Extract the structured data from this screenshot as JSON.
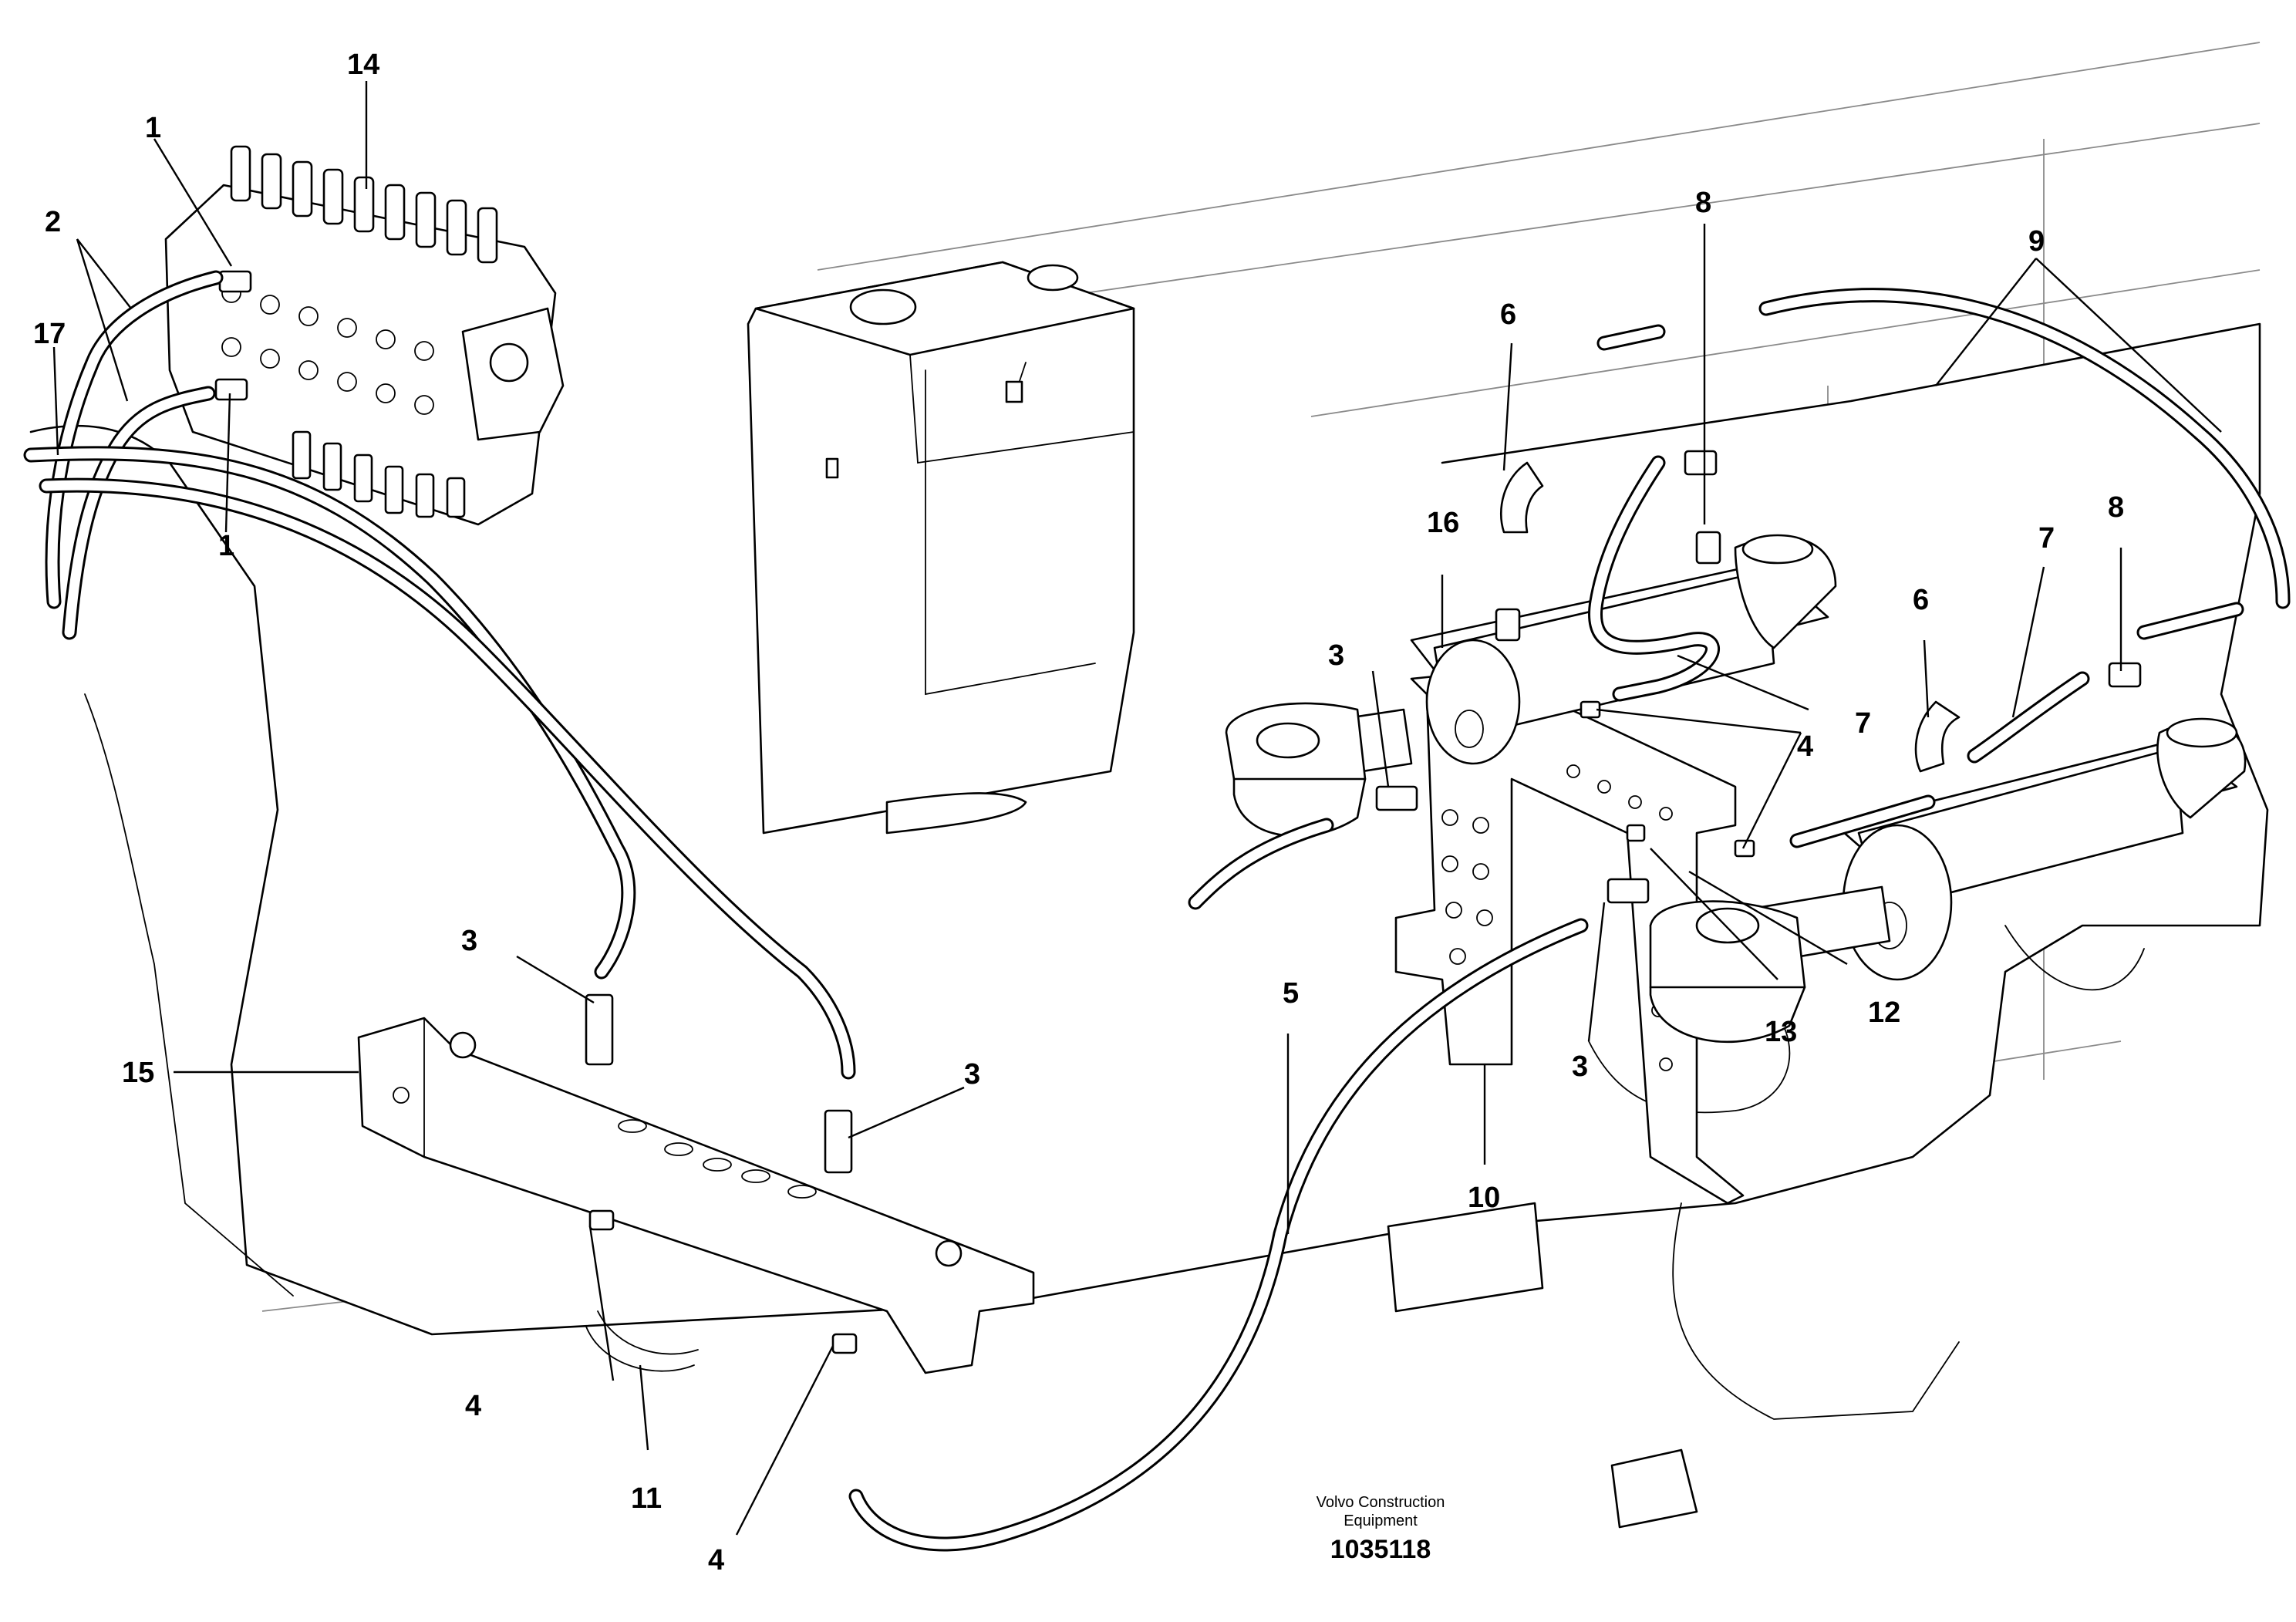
{
  "callouts": [
    {
      "id": "c1a",
      "label": "1"
    },
    {
      "id": "c1b",
      "label": "1"
    },
    {
      "id": "c2",
      "label": "2"
    },
    {
      "id": "c14",
      "label": "14"
    },
    {
      "id": "c17",
      "label": "17"
    },
    {
      "id": "c3a",
      "label": "3"
    },
    {
      "id": "c3b",
      "label": "3"
    },
    {
      "id": "c3c",
      "label": "3"
    },
    {
      "id": "c3d",
      "label": "3"
    },
    {
      "id": "c4a",
      "label": "4"
    },
    {
      "id": "c4b",
      "label": "4"
    },
    {
      "id": "c4c",
      "label": "4"
    },
    {
      "id": "c5",
      "label": "5"
    },
    {
      "id": "c6a",
      "label": "6"
    },
    {
      "id": "c6b",
      "label": "6"
    },
    {
      "id": "c7a",
      "label": "7"
    },
    {
      "id": "c7b",
      "label": "7"
    },
    {
      "id": "c8a",
      "label": "8"
    },
    {
      "id": "c8b",
      "label": "8"
    },
    {
      "id": "c9",
      "label": "9"
    },
    {
      "id": "c10",
      "label": "10"
    },
    {
      "id": "c11",
      "label": "11"
    },
    {
      "id": "c12",
      "label": "12"
    },
    {
      "id": "c13",
      "label": "13"
    },
    {
      "id": "c15",
      "label": "15"
    },
    {
      "id": "c16",
      "label": "16"
    }
  ],
  "footer": {
    "brand_line1": "Volvo Construction",
    "brand_line2": "Equipment",
    "drawing_number": "1035118"
  }
}
